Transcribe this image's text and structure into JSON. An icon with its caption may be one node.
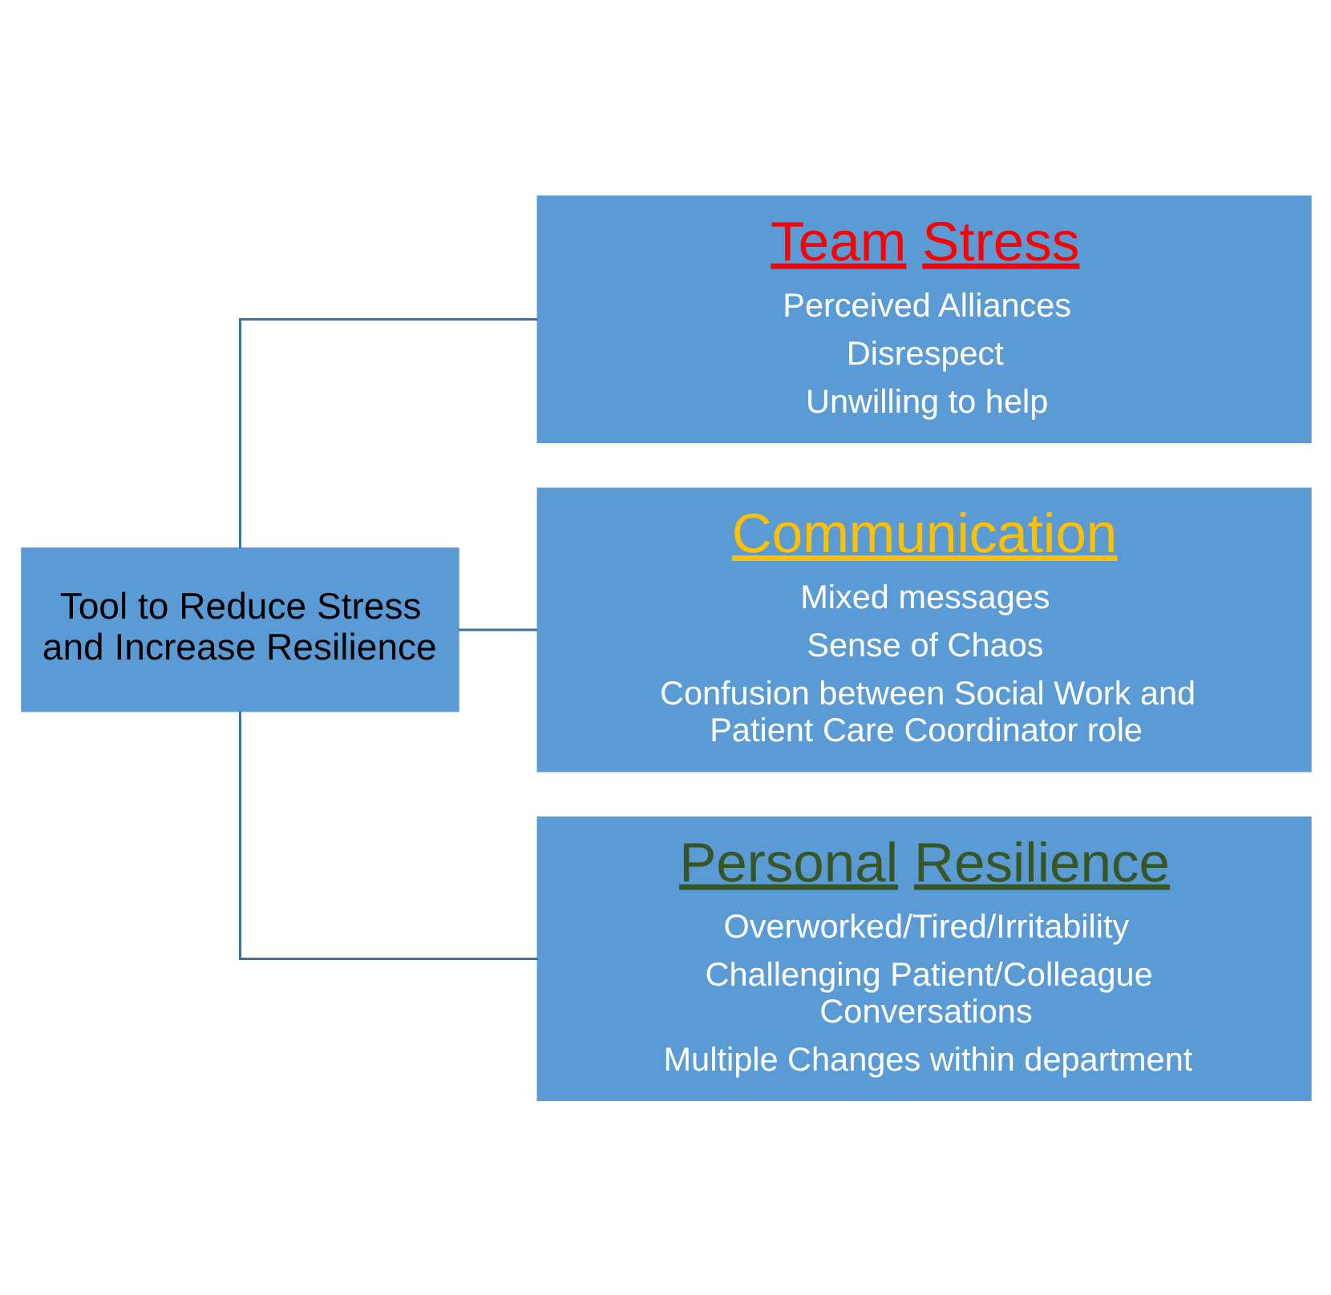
{
  "diagram": {
    "nodes": [
      {
        "text": [
          "Tool to Reduce Stress and Increase Resilience"
        ]
      },
      {
        "text": [
          "Team Stress",
          "Perceived Alliances",
          "Disrespect",
          "Unwilling to help"
        ]
      },
      {
        "text": [
          "Communication",
          "Mixed messages",
          "Sense of Chaos",
          "Confusion between Social Work and Patient Care Coordinator role"
        ]
      },
      {
        "text": [
          "Personal Resilience",
          "Overworked/Tired/Irritability",
          "Challenging Patient/Colleague Conversations",
          "Multiple Changes within department"
        ]
      }
    ],
    "edges": [
      {
        "from": 0,
        "to": 1,
        "arrow": "none"
      },
      {
        "from": 0,
        "to": 2,
        "arrow": "none"
      },
      {
        "from": 0,
        "to": 3,
        "arrow": "none"
      }
    ]
  }
}
